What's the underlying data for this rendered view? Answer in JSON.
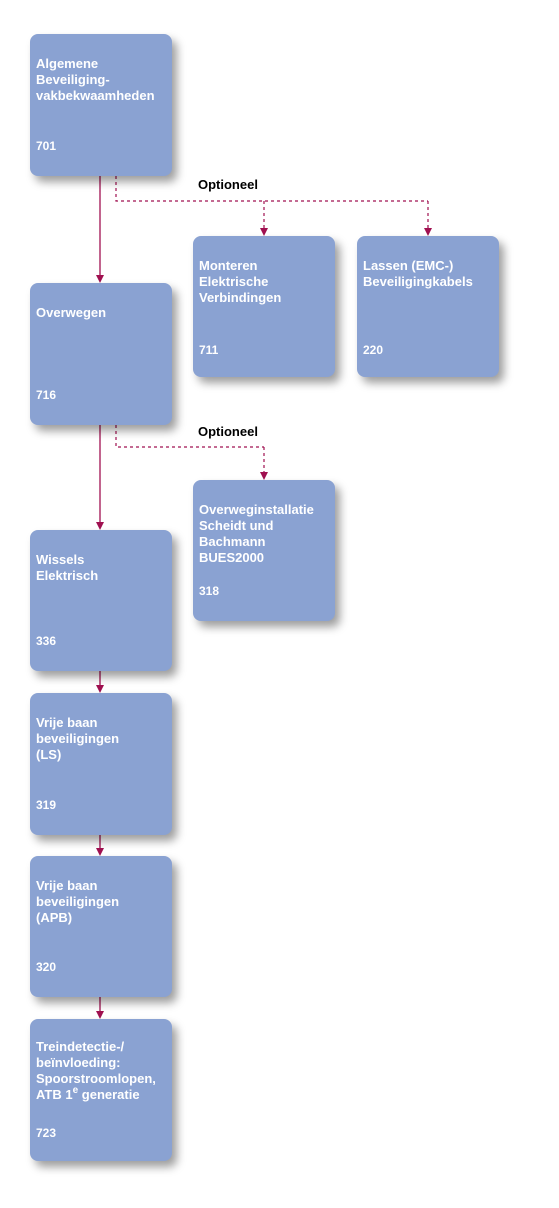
{
  "colors": {
    "box_fill": "#8aa2d2",
    "box_text": "#ffffff",
    "connector": "#a01050",
    "label_text": "#000000"
  },
  "optional_label": "Optioneel",
  "modules": {
    "m701": {
      "title": "Algemene\nBeveiliging-\nvakbekwaamheden",
      "code": "701"
    },
    "m716": {
      "title": "Overwegen",
      "code": "716"
    },
    "m711": {
      "title": "Monteren\nElektrische\nVerbindingen",
      "code": "711"
    },
    "m220": {
      "title": "Lassen (EMC-)\nBeveiligingkabels",
      "code": "220"
    },
    "m318": {
      "title": "Overweginstallatie\nScheidt und\nBachmann\nBUES2000",
      "code": "318"
    },
    "m336": {
      "title": "Wissels\nElektrisch",
      "code": "336"
    },
    "m319": {
      "title": "Vrije baan\nbeveiligingen\n(LS)",
      "code": "319"
    },
    "m320": {
      "title": "Vrije baan\nbeveiligingen\n(APB)",
      "code": "320"
    },
    "m723": {
      "title": "Treindetectie-/\nbeïnvloeding:\nSpoorstroomlopen,",
      "title_tail_prefix": "ATB 1",
      "title_tail_sup": "e",
      "title_tail_suffix": " generatie",
      "code": "723"
    }
  }
}
